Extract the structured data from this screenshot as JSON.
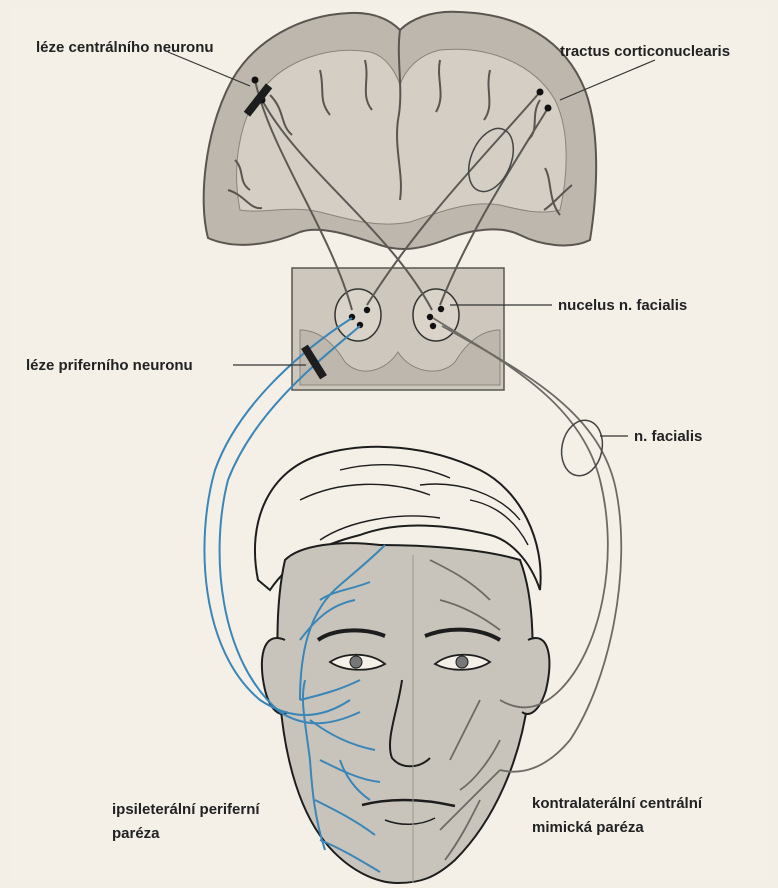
{
  "labels": {
    "central_lesion": "léze centrálního neuronu",
    "tractus": "tractus corticonuclearis",
    "nucleus": "nucelus n. facialis",
    "peripheral_lesion": "léze priferního neuronu",
    "nerve": "n. facialis",
    "ipsi_line1": "ipsileterální periferní",
    "ipsi_line2": "paréza",
    "contra_line1": "kontralaterální centrální",
    "contra_line2": "mimická paréza"
  },
  "colors": {
    "brain_fill": "#bdb7ad",
    "brain_outline": "#5a5550",
    "brainstem_box": "#cdc7bd",
    "nerve_blue": "#3a86b8",
    "nerve_gray": "#6d6a66",
    "face_shade": "#c9c4bb",
    "lesion_bar": "#1d1d1d"
  }
}
